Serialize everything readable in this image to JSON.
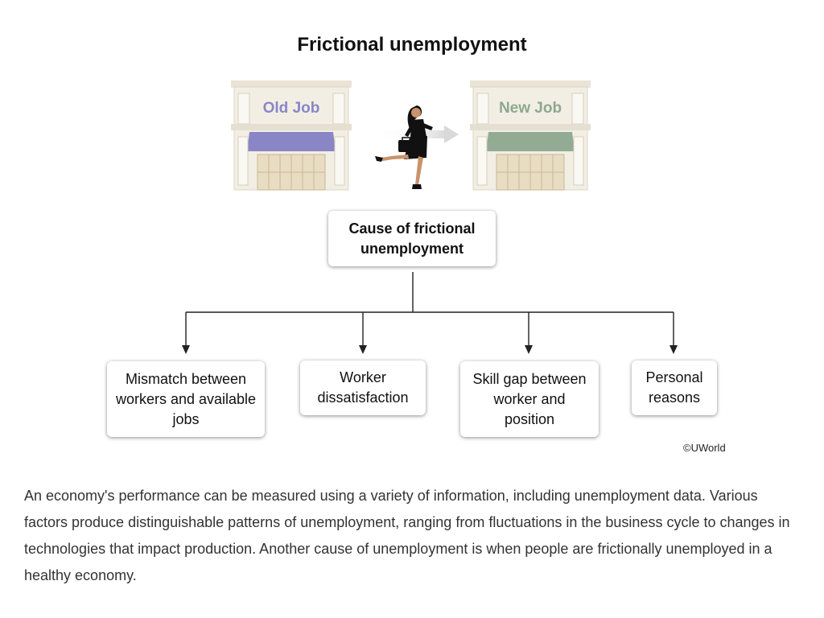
{
  "title": "Frictional unemployment",
  "illustration": {
    "old_job_label": "Old Job",
    "new_job_label": "New Job",
    "old_job_awning_color": "#8a85c4",
    "new_job_awning_color": "#93ab93",
    "old_job_label_color": "#8a86c6",
    "new_job_label_color": "#8ea88e"
  },
  "diagram": {
    "root": "Cause of frictional unemployment",
    "causes": [
      "Mismatch between workers and available jobs",
      "Worker dissatisfaction",
      "Skill gap between worker and position",
      "Personal reasons"
    ]
  },
  "copyright": "©UWorld",
  "paragraph": "An economy's performance can be measured using a variety of information, including unemployment data. Various factors produce distinguishable patterns of unemployment, ranging from fluctuations in the business cycle to changes in technologies that impact production.  Another cause of unemployment is when people are frictionally unemployed in a healthy economy."
}
